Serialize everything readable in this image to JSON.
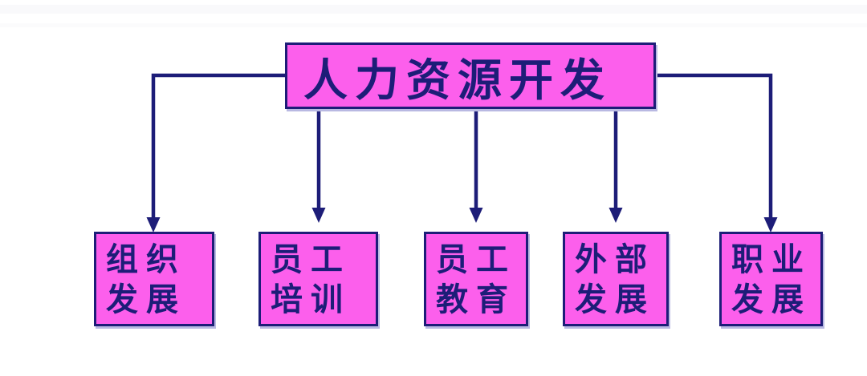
{
  "diagram": {
    "type": "org-chart",
    "root": {
      "label": "人力资源开发"
    },
    "children": [
      {
        "label": "组织发展",
        "line1": "组织",
        "line2": "发展"
      },
      {
        "label": "员工培训",
        "line1": "员工",
        "line2": "培训"
      },
      {
        "label": "员工教育",
        "line1": "员工",
        "line2": "教育"
      },
      {
        "label": "外部发展",
        "line1": "外部",
        "line2": "发展"
      },
      {
        "label": "职业发展",
        "line1": "职业",
        "line2": "发展"
      }
    ],
    "colors": {
      "node_fill": "#fc5fec",
      "node_border": "#1d1d78",
      "text": "#1d1d78",
      "arrow": "#1d1d78",
      "shadow": "#b9b9e2",
      "background": "#ffffff"
    }
  }
}
